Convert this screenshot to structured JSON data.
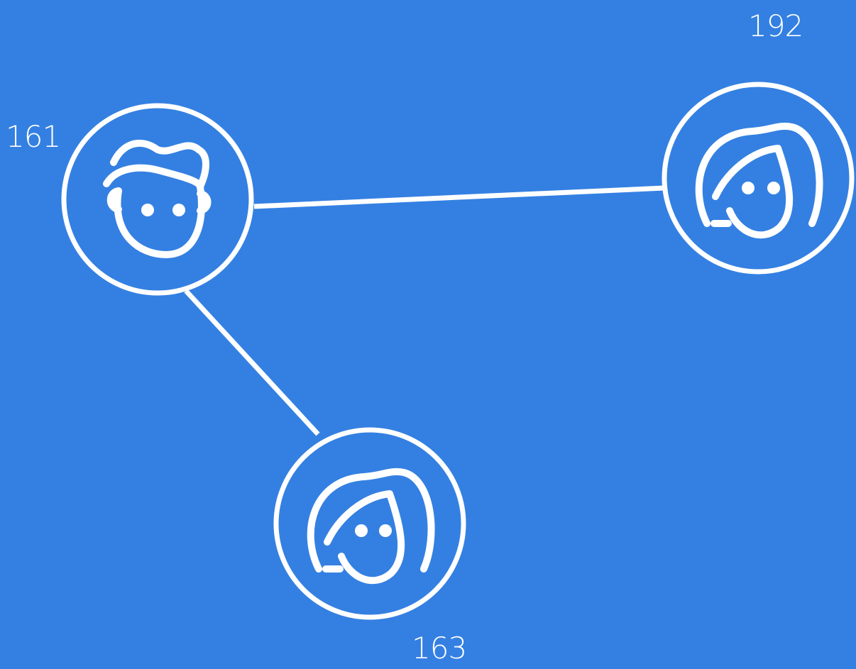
{
  "colors": {
    "background": "#3480e2",
    "foreground": "#ffffff"
  },
  "nodes": [
    {
      "id": "161",
      "label": "161",
      "icon": "male-user-icon"
    },
    {
      "id": "192",
      "label": "192",
      "icon": "female-user-icon"
    },
    {
      "id": "163",
      "label": "163",
      "icon": "female-user-icon"
    }
  ],
  "edges": [
    {
      "from": "161",
      "to": "192"
    },
    {
      "from": "161",
      "to": "163"
    }
  ]
}
